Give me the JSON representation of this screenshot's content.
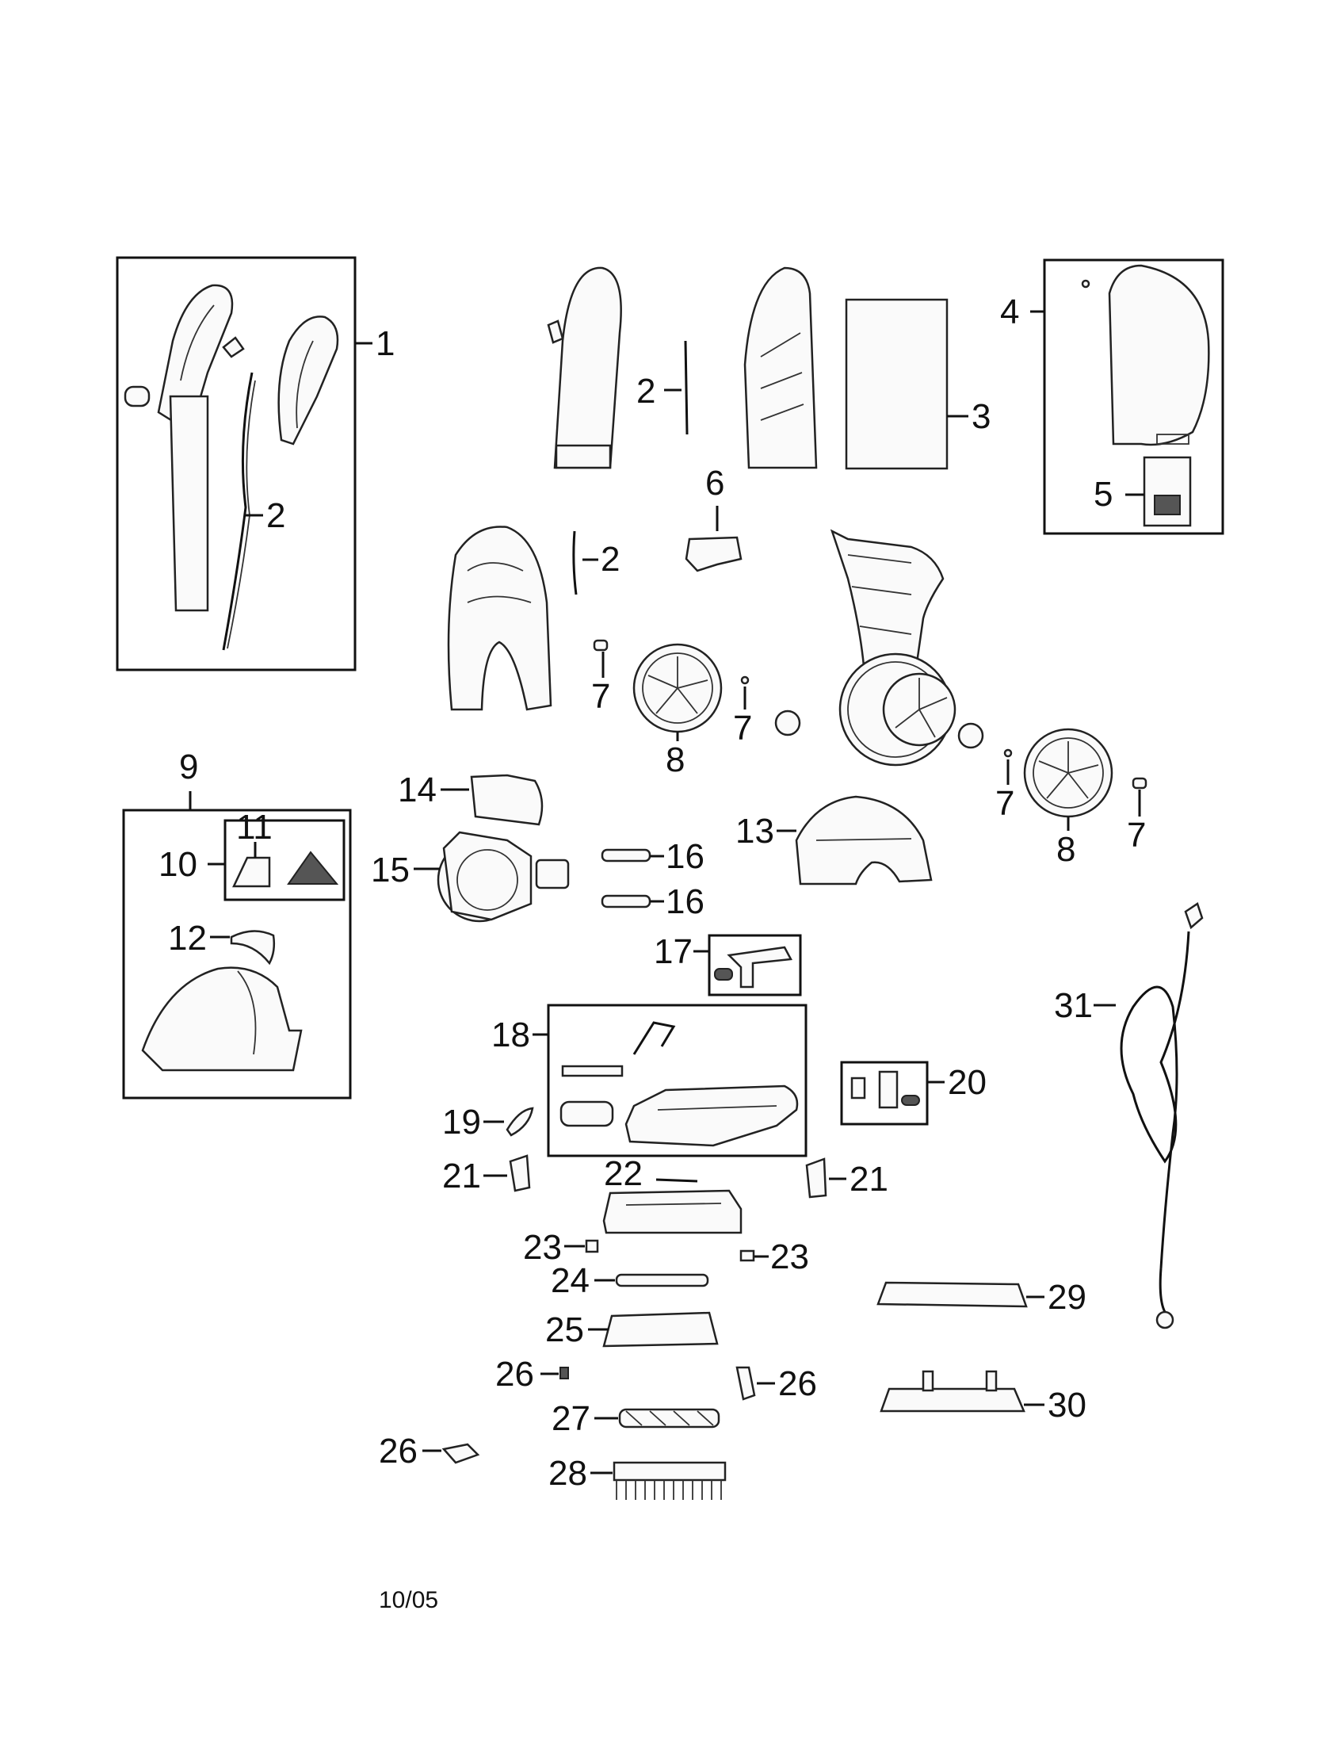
{
  "callouts": [
    "1",
    "2",
    "2",
    "2",
    "3",
    "4",
    "5",
    "6",
    "7",
    "7",
    "7",
    "7",
    "8",
    "8",
    "9",
    "10",
    "11",
    "12",
    "13",
    "14",
    "15",
    "16",
    "16",
    "17",
    "18",
    "19",
    "20",
    "21",
    "21",
    "22",
    "23",
    "23",
    "24",
    "25",
    "26",
    "26",
    "26",
    "27",
    "28",
    "29",
    "30",
    "31"
  ],
  "footer": {
    "date": "10/05"
  }
}
